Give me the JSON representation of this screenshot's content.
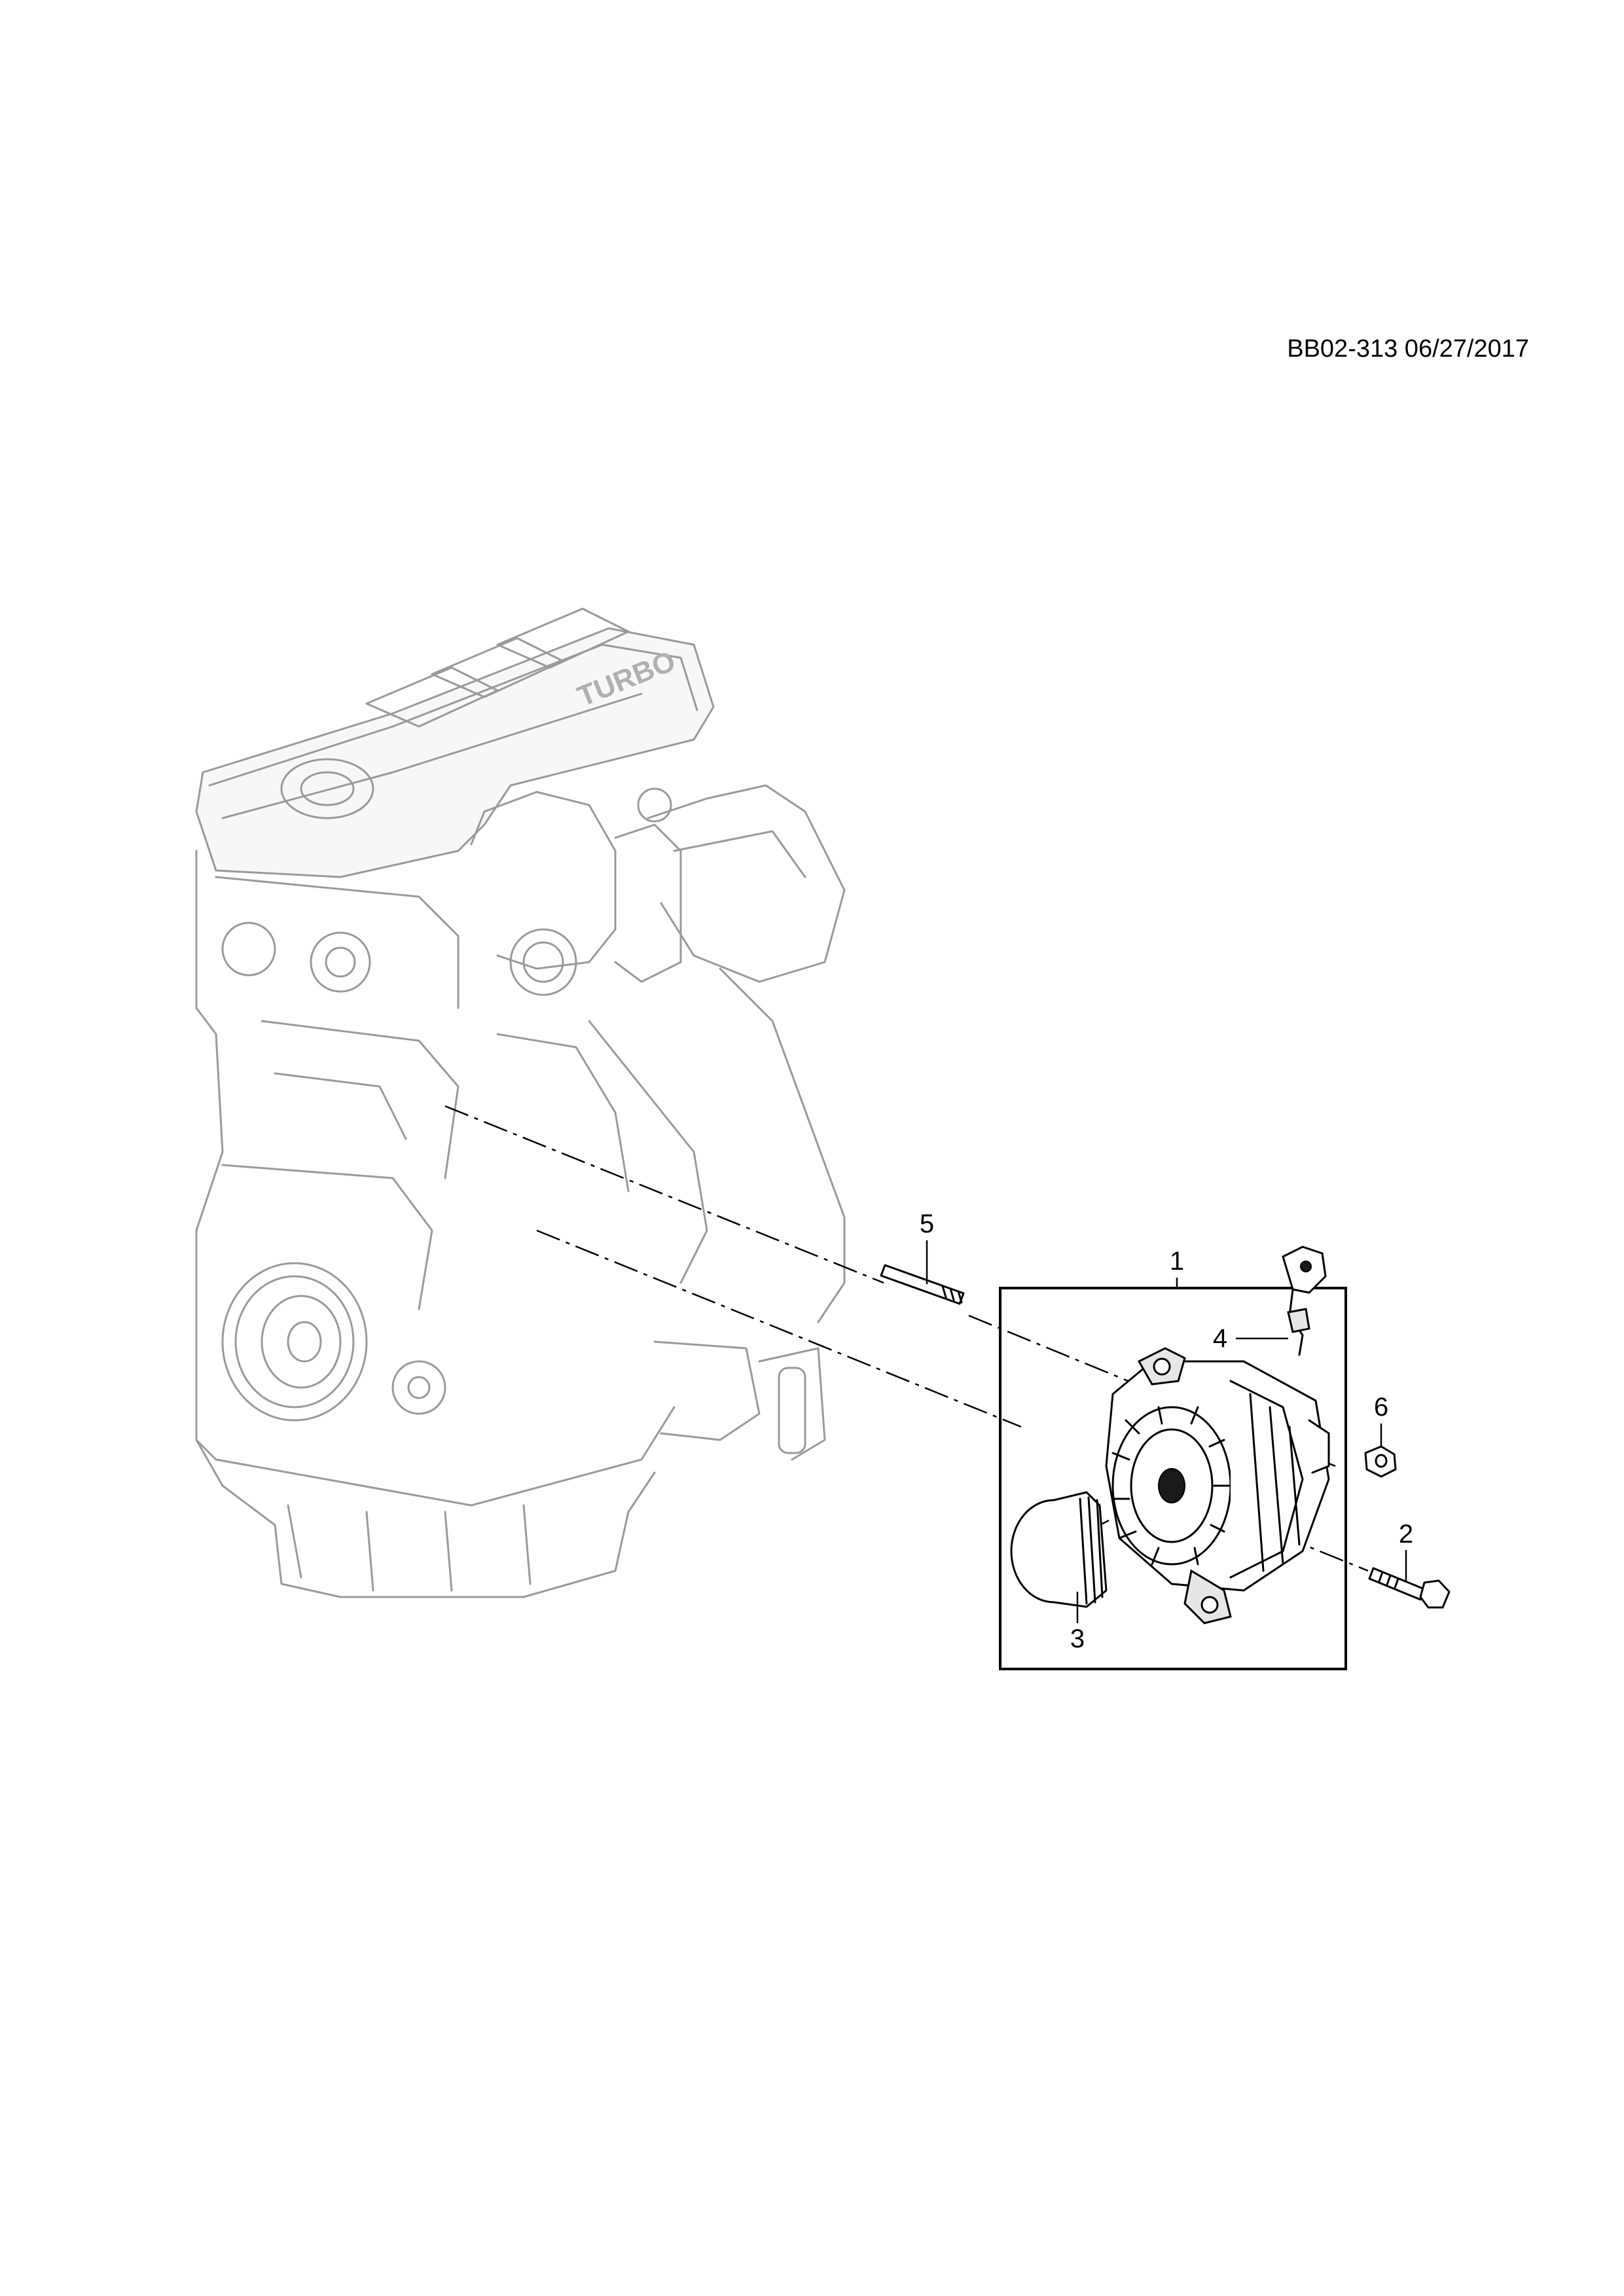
{
  "diagram": {
    "reference": "BB02-313 06/27/2017",
    "engine_cover_text": "TURBO",
    "callouts": [
      {
        "id": "1",
        "label": "1"
      },
      {
        "id": "2",
        "label": "2"
      },
      {
        "id": "3",
        "label": "3"
      },
      {
        "id": "4",
        "label": "4"
      },
      {
        "id": "5",
        "label": "5"
      },
      {
        "id": "6",
        "label": "6"
      }
    ]
  },
  "icons": {
    "engine": "engine-block-illustration",
    "alternator": "alternator-icon",
    "pulley": "pulley-icon",
    "bolt": "bolt-icon",
    "stud": "stud-icon",
    "nut": "nut-icon",
    "connector": "connector-icon"
  },
  "colors": {
    "engine_line": "#9a9a9a",
    "part_line": "#000000",
    "background": "#ffffff"
  }
}
